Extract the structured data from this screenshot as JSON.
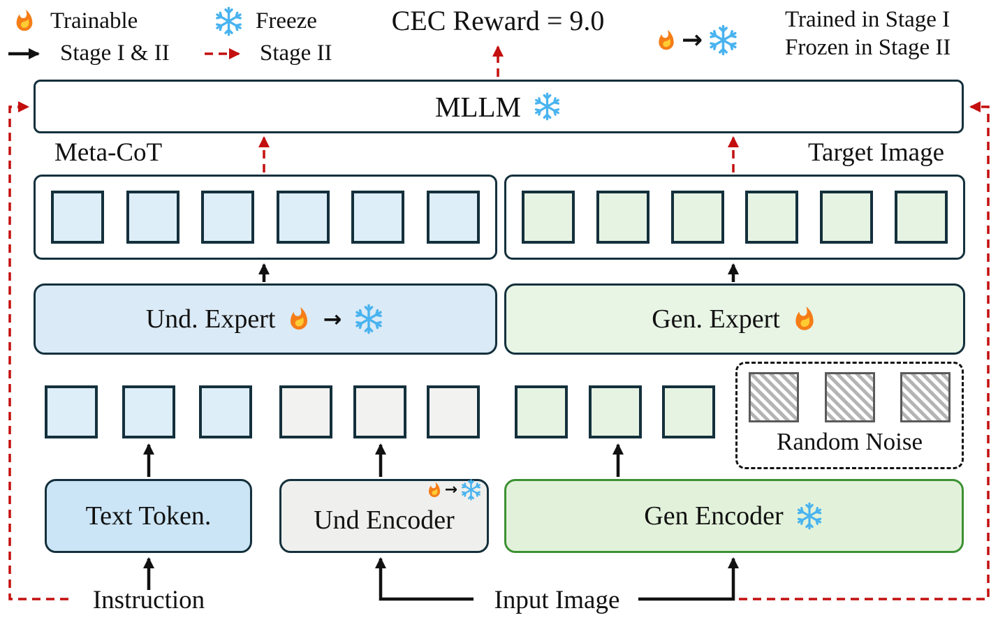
{
  "legend": {
    "trainable_label": "Trainable",
    "freeze_label": "Freeze",
    "stage_both_label": "Stage I & II",
    "stage_two_label": "Stage II",
    "reward_text": "CEC Reward = 9.0",
    "stage_transfer_line1": "Trained in Stage I",
    "stage_transfer_line2": "Frozen in Stage II"
  },
  "diagram": {
    "mllm_label": "MLLM",
    "meta_cot_label": "Meta-CoT",
    "target_image_label": "Target Image",
    "und_expert_label": "Und. Expert",
    "gen_expert_label": "Gen. Expert",
    "random_noise_label": "Random Noise",
    "text_tokenizer_label": "Text Token.",
    "und_encoder_label": "Und Encoder",
    "gen_encoder_label": "Gen Encoder",
    "instruction_label": "Instruction",
    "input_image_label": "Input Image",
    "arrow_glyph": "→"
  },
  "tokens": {
    "meta_cot_count": 6,
    "target_count": 6,
    "text_count": 3,
    "und_count": 3,
    "gen_count": 3,
    "noise_count": 3
  },
  "colors": {
    "outline_dark": "#14303c",
    "arrow_red": "#c40f0f",
    "token_blue": "#ddeef8",
    "token_green": "#e6f3e2",
    "token_gray": "#f2f2f0",
    "und_expert_bg": "#daeaf6",
    "gen_expert_bg": "#e8f5e5",
    "text_tokenizer_bg": "#cbe5f6",
    "und_encoder_bg": "#efefed",
    "gen_encoder_bg": "#e2f2da",
    "gen_encoder_border": "#3c9133",
    "snowflake_blue": "#49b3ef",
    "flame_orange": "#f57d17"
  }
}
